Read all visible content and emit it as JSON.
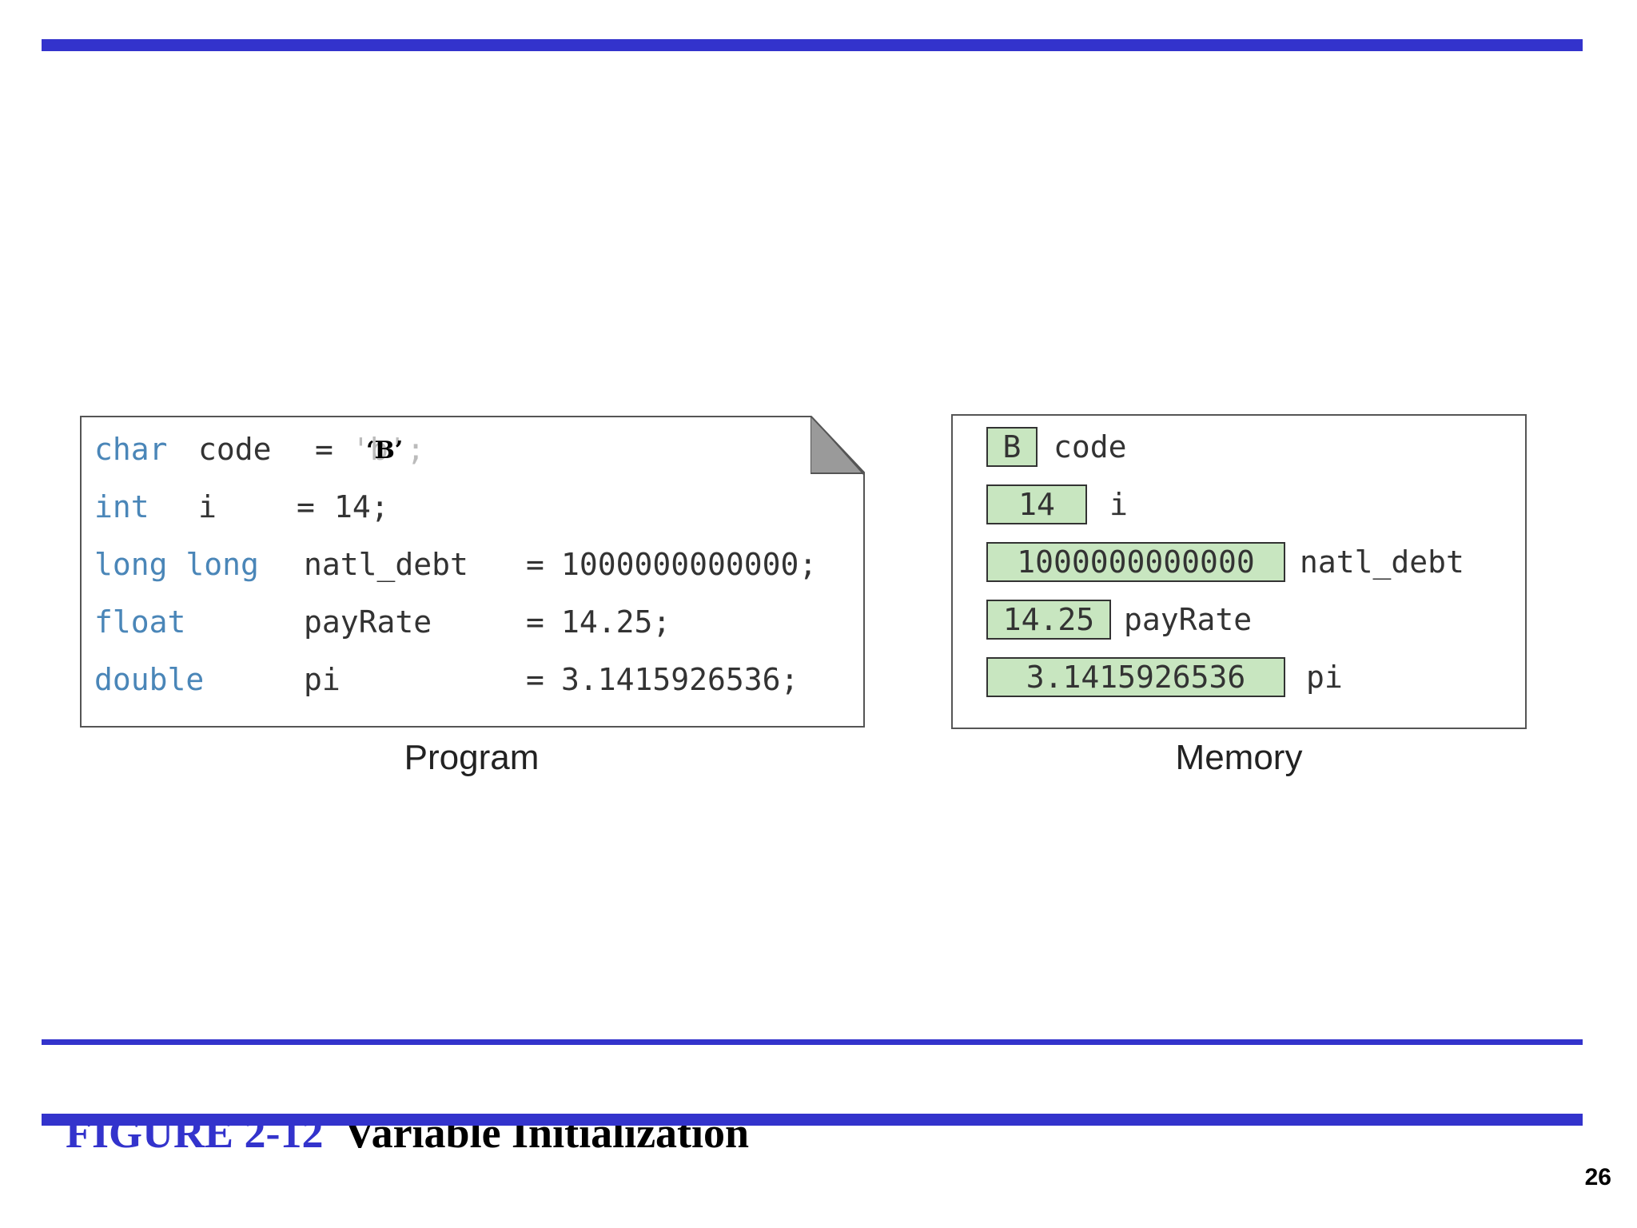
{
  "figure": {
    "number": "FIGURE 2-12",
    "title": "Variable Initialization"
  },
  "page_number": "26",
  "program": {
    "label": "Program",
    "lines": [
      {
        "type": "char",
        "name": "code",
        "eq": "=",
        "value": "'b';",
        "overlay": "‘B’"
      },
      {
        "type": "int",
        "name": "i",
        "eq": "=",
        "value": "14;"
      },
      {
        "type": "long long",
        "name": "natl_debt",
        "eq": "=",
        "value": "1000000000000;"
      },
      {
        "type": "float",
        "name": "payRate",
        "eq": "=",
        "value": "14.25;"
      },
      {
        "type": "double",
        "name": "pi",
        "eq": "=",
        "value": "3.1415926536;"
      }
    ]
  },
  "memory": {
    "label": "Memory",
    "cells": [
      {
        "value": "B",
        "name": "code"
      },
      {
        "value": "14",
        "name": "i"
      },
      {
        "value": "1000000000000",
        "name": "natl_debt"
      },
      {
        "value": "14.25",
        "name": "payRate"
      },
      {
        "value": "3.1415926536",
        "name": "pi"
      }
    ]
  },
  "colors": {
    "accent_blue": "#3333cc",
    "keyword_blue": "#4a86b8",
    "cell_green": "#c8e6c0"
  }
}
